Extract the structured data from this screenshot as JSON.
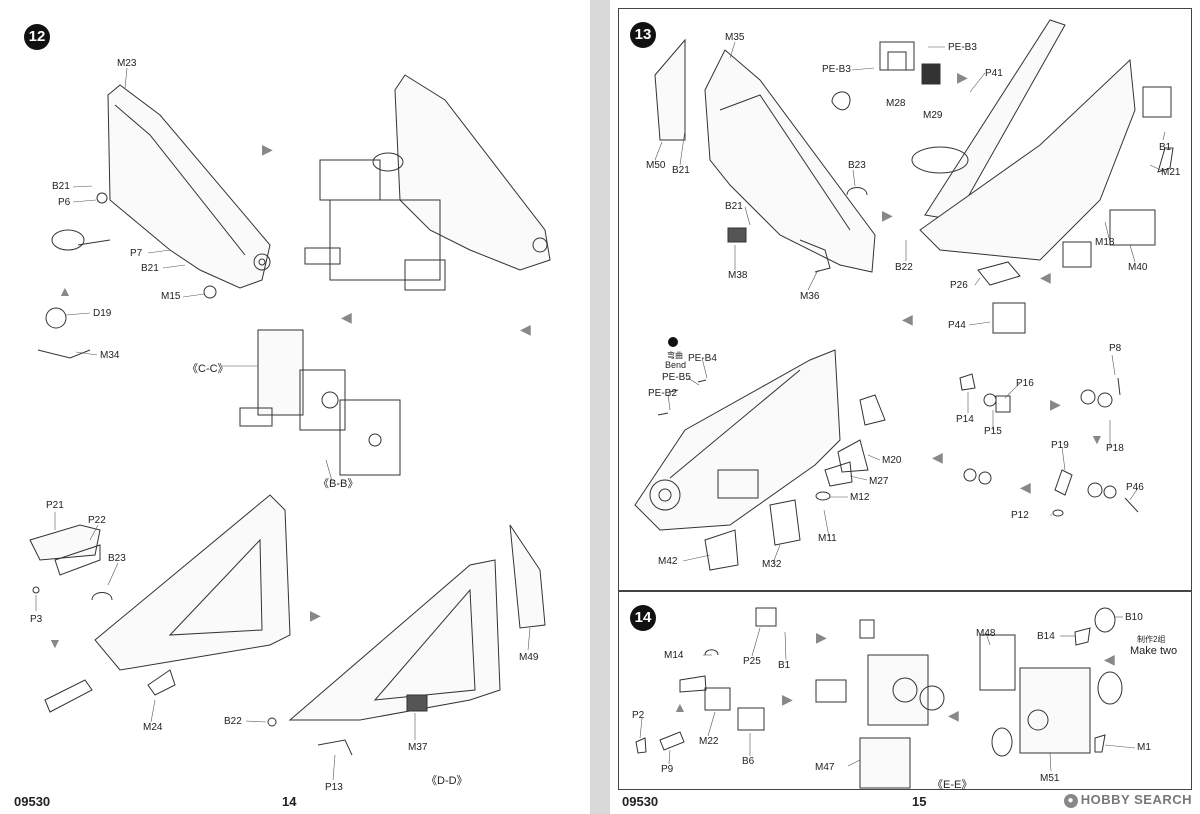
{
  "left_page": {
    "step": "12",
    "labels": {
      "m23": "M23",
      "b21_a": "B21",
      "p6": "P6",
      "p7": "P7",
      "b21_b": "B21",
      "m15": "M15",
      "d19": "D19",
      "m34": "M34",
      "cc": "《C-C》",
      "bb": "《B-B》",
      "p21": "P21",
      "p22": "P22",
      "b23": "B23",
      "p3": "P3",
      "m24": "M24",
      "b22": "B22",
      "m37": "M37",
      "p13": "P13",
      "m49": "M49",
      "dd": "《D-D》"
    },
    "code": "09530",
    "page_number": "14"
  },
  "right_page": {
    "step13": "13",
    "step14": "14",
    "labels13": {
      "m35": "M35",
      "pe_b3_a": "PE-B3",
      "pe_b3_b": "PE-B3",
      "p41": "P41",
      "m28": "M28",
      "m29": "M29",
      "m50": "M50",
      "b21_a": "B21",
      "b23": "B23",
      "b1": "B1",
      "m21": "M21",
      "b21_b": "B21",
      "m38": "M38",
      "m36": "M36",
      "b22": "B22",
      "m18": "M18",
      "m40": "M40",
      "p26": "P26",
      "p44": "P44",
      "bend_cn": "弯曲",
      "bend_en": "Bend",
      "pe_b4": "PE-B4",
      "pe_b5": "PE-B5",
      "pe_b2": "PE-B2",
      "p8": "P8",
      "p16": "P16",
      "p14": "P14",
      "p15": "P15",
      "p18": "P18",
      "m20": "M20",
      "m27": "M27",
      "m12": "M12",
      "p19": "P19",
      "p46": "P46",
      "p12": "P12",
      "m11": "M11",
      "m42": "M42",
      "m32": "M32"
    },
    "labels14": {
      "p25": "P25",
      "b1": "B1",
      "m14": "M14",
      "b10": "B10",
      "b14": "B14",
      "m48": "M48",
      "make_two_cn": "制作2组",
      "make_two_en": "Make two",
      "p2": "P2",
      "m22": "M22",
      "b6": "B6",
      "p9": "P9",
      "m47": "M47",
      "ee": "《E-E》",
      "m1": "M1",
      "m51": "M51"
    },
    "code": "09530",
    "page_number": "15"
  },
  "watermark": "HOBBY SEARCH",
  "icons": [
    "step-badge",
    "assembly-arrow",
    "bend-icon"
  ]
}
